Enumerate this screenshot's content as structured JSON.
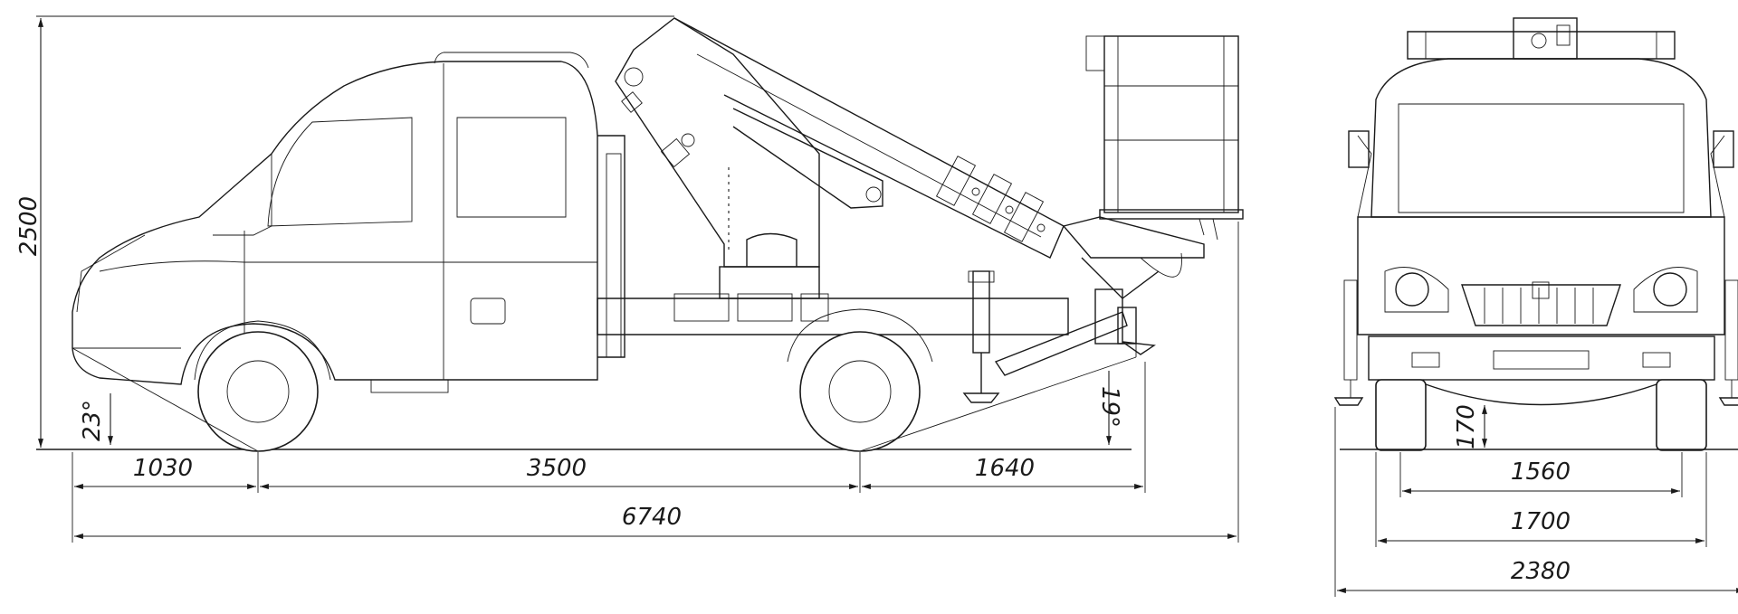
{
  "dimensions": {
    "overall_height": "2500",
    "front_overhang": "1030",
    "wheelbase": "3500",
    "rear_overhang": "1640",
    "overall_length": "6740",
    "approach_angle": "23°",
    "departure_angle": "19°",
    "ground_clearance": "170",
    "track_width": "1560",
    "axle_width": "1700",
    "overall_width": "2380"
  },
  "colors": {
    "line": "#1a1a1a",
    "background": "#ffffff"
  }
}
